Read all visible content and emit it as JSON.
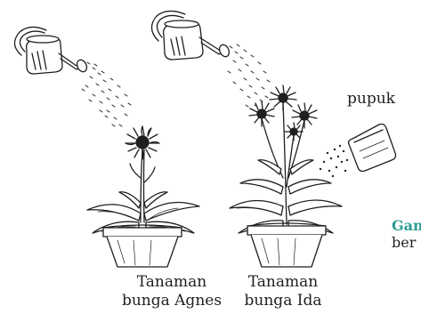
{
  "labels": {
    "fertilizer": "pupuk",
    "plant_agnes": [
      "Tanaman",
      "bunga Agnes"
    ],
    "plant_ida": [
      "Tanaman",
      "bunga Ida"
    ]
  },
  "figure_caption": {
    "title_visible": "Gam",
    "text_visible": "ber"
  },
  "colors": {
    "ink": "#1f1f1f",
    "caption_accent": "#2f9e95",
    "background": "#ffffff"
  },
  "icons": [
    "watering-can-icon",
    "watering-can-icon",
    "fertilizer-bag-icon",
    "flower-pot-icon",
    "flower-pot-icon"
  ]
}
